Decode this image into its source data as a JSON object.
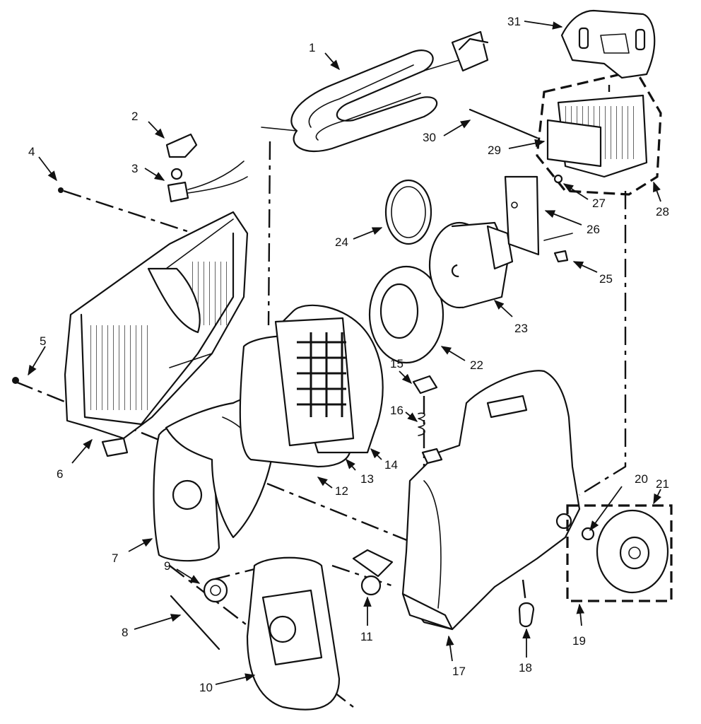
{
  "callouts": [
    {
      "id": "c1",
      "text": "1"
    },
    {
      "id": "c2",
      "text": "2"
    },
    {
      "id": "c3",
      "text": "3"
    },
    {
      "id": "c4",
      "text": "4"
    },
    {
      "id": "c5",
      "text": "5"
    },
    {
      "id": "c6",
      "text": "6"
    },
    {
      "id": "c7",
      "text": "7"
    },
    {
      "id": "c8",
      "text": "8"
    },
    {
      "id": "c9",
      "text": "9"
    },
    {
      "id": "c10",
      "text": "10"
    },
    {
      "id": "c11",
      "text": "11"
    },
    {
      "id": "c12",
      "text": "12"
    },
    {
      "id": "c13",
      "text": "13"
    },
    {
      "id": "c14",
      "text": "14"
    },
    {
      "id": "c15",
      "text": "15"
    },
    {
      "id": "c16",
      "text": "16"
    },
    {
      "id": "c17",
      "text": "17"
    },
    {
      "id": "c18",
      "text": "18"
    },
    {
      "id": "c19",
      "text": "19"
    },
    {
      "id": "c20",
      "text": "20"
    },
    {
      "id": "c21",
      "text": "21"
    },
    {
      "id": "c22",
      "text": "22"
    },
    {
      "id": "c23",
      "text": "23"
    },
    {
      "id": "c24",
      "text": "24"
    },
    {
      "id": "c25",
      "text": "25"
    },
    {
      "id": "c26",
      "text": "26"
    },
    {
      "id": "c27",
      "text": "27"
    },
    {
      "id": "c28",
      "text": "28"
    },
    {
      "id": "c29",
      "text": "29"
    },
    {
      "id": "c30",
      "text": "30"
    },
    {
      "id": "c31",
      "text": "31"
    }
  ]
}
